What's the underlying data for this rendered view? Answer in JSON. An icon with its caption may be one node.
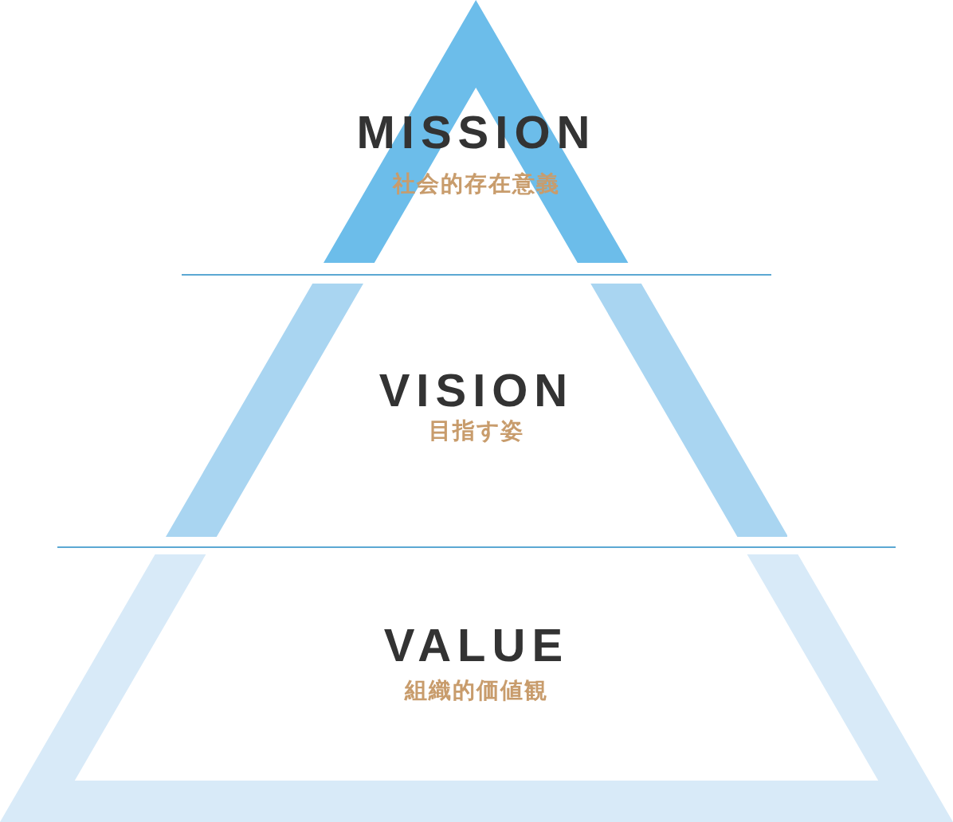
{
  "diagram": {
    "nodes": [
      {
        "text": [
          "MISSION",
          "社会的存在意義"
        ]
      },
      {
        "text": [
          "VISION",
          "目指す姿"
        ]
      },
      {
        "text": [
          "VALUE",
          "組織的価値観"
        ]
      }
    ]
  }
}
